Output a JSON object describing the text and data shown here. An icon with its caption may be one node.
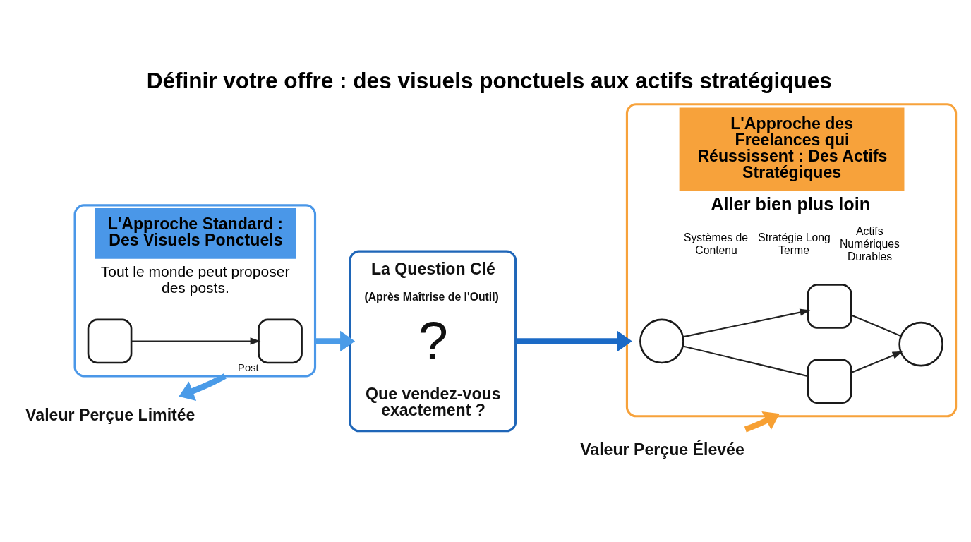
{
  "diagram": {
    "title": "Définir votre offre : des visuels ponctuels aux actifs stratégiques",
    "nodes": [
      {
        "text": [
          "L'Approche Standard : Des Visuels Ponctuels",
          "Tout le monde peut proposer des posts."
        ]
      },
      {
        "text": [],
        "shape": "box",
        "in": 0
      },
      {
        "text": [],
        "shape": "box",
        "in": 0,
        "beside": [
          "Post"
        ]
      },
      {
        "text": [
          "La Question Clé",
          "(Après Maîtrise de l'Outil)",
          "?",
          "Que vendez-vous exactement ?"
        ]
      },
      {
        "text": [
          "L'Approche des Freelances qui Réussissent : Des Actifs Stratégiques",
          "Aller bien plus loin",
          "Systèmes de Contenu",
          "Stratégie Long Terme",
          "Actifs Numériques Durables"
        ]
      },
      {
        "text": [],
        "shape": "circle",
        "in": 4
      },
      {
        "text": [],
        "shape": "box",
        "in": 4
      },
      {
        "text": [],
        "shape": "circle",
        "in": 4
      },
      {
        "text": [],
        "shape": "box",
        "in": 4
      },
      {
        "text": [
          "Valeur Perçue Limitée"
        ]
      },
      {
        "text": [
          "Valeur Perçue Élevée"
        ]
      }
    ],
    "edges": [
      {
        "from": 1,
        "to": 2,
        "arrow": "to"
      },
      {
        "from": 0,
        "to": 3,
        "arrow": "to",
        "style": "thick",
        "color": "#4a9be8"
      },
      {
        "from": 3,
        "to": 4,
        "arrow": "to",
        "style": "thick",
        "color": "#1b6ac6"
      },
      {
        "from": 5,
        "to": 6,
        "arrow": "to"
      },
      {
        "from": 6,
        "to": 7,
        "arrow": "none"
      },
      {
        "from": 5,
        "to": 8,
        "arrow": "none"
      },
      {
        "from": 8,
        "to": 7,
        "arrow": "to"
      },
      {
        "from": 0,
        "to": 9,
        "arrow": "to",
        "style": "thick",
        "color": "#4a9be8"
      },
      {
        "from": 10,
        "to": 4,
        "arrow": "to",
        "style": "thick",
        "color": "#f7a033"
      }
    ]
  }
}
